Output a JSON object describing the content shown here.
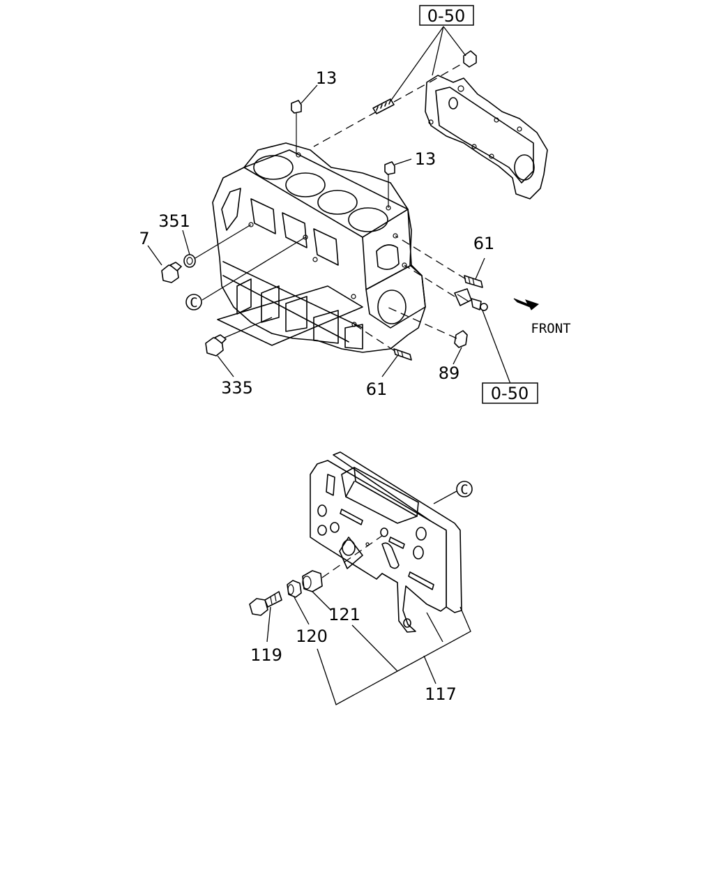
{
  "callouts": {
    "ref_top": "0-50",
    "ref_bottom": "0-50",
    "p13a": "13",
    "p13b": "13",
    "p351": "351",
    "p7": "7",
    "p61a": "61",
    "p61b": "61",
    "p89": "89",
    "p335": "335",
    "pC_top": "C",
    "pC_bottom": "C",
    "p121": "121",
    "p120": "120",
    "p119": "119",
    "p117": "117"
  },
  "front_label": "FRONT",
  "icons": {
    "front_arrow": "front-arrow-icon",
    "circle_c": "circled-c-marker"
  }
}
